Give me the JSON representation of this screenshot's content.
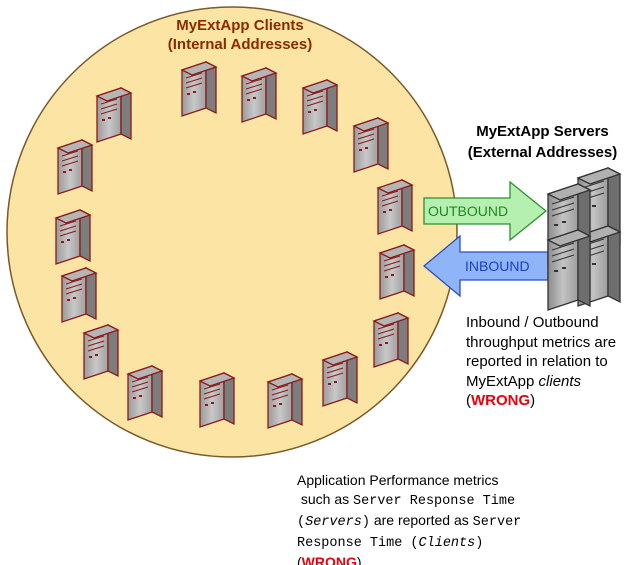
{
  "clients": {
    "title_line1": "MyExtApp Clients",
    "title_line2": "(Internal Addresses)",
    "region_color": "#fbe4a4",
    "machine_color": "#8b1a1a"
  },
  "servers": {
    "title_line1": "MyExtApp Servers",
    "title_line2": "(External Addresses)",
    "machine_color": "#333333"
  },
  "arrows": {
    "outbound": {
      "label": "OUTBOUND",
      "color": "#b6f0b0",
      "text_color": "#1f8a1f"
    },
    "inbound": {
      "label": "INBOUND",
      "color": "#8fb4f7",
      "text_color": "#1a3fc4"
    }
  },
  "notes": {
    "throughput": {
      "line1": "Inbound / Outbound",
      "line2": "throughput metrics are",
      "line3": "reported in relation to",
      "line4_prefix": "MyExtApp ",
      "line4_italic": "clients",
      "open_paren": "(",
      "wrong": "WRONG",
      "close_paren": ")"
    },
    "performance": {
      "line1": "Application Performance metrics",
      "line2_prefix": " such as ",
      "line2_mono": "Server Response Time",
      "line3_mono_open": "(",
      "line3_mono_italic": "Servers",
      "line3_mono_close": ")",
      "line3_text": " are reported as ",
      "line3_mono_end": "Server",
      "line4_mono": "Response Time (",
      "line4_mono_italic": "Clients",
      "line4_mono_close": ")",
      "open_paren": "(",
      "wrong": "WRONG",
      "close_paren": ")"
    }
  }
}
